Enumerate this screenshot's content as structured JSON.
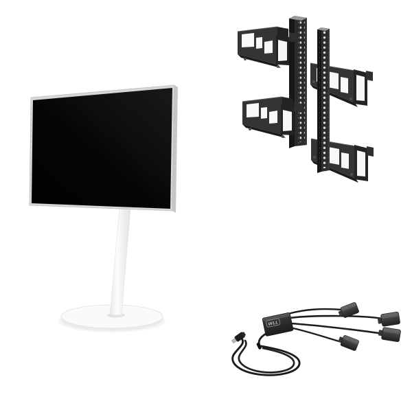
{
  "scene": {
    "type": "product-photo",
    "background_color": "#ffffff"
  },
  "parts": {
    "tv_stand": {
      "label": "tv-on-floor-stand",
      "screen_color": "#060606",
      "bezel_color": "#d7d7d7",
      "side_edge_color": "#c6c6c6",
      "pole_color": "#f6f6f6",
      "base_color": "#fafafa"
    },
    "mount_kit": {
      "label": "wall-mount-rails-with-bracket-arms",
      "rail_count": 2,
      "bracket_arm_count": 4,
      "metal_color": "#303030",
      "flange_color": "#1b1b1b",
      "hole_color": "#e3e3e3",
      "cutout_color": "#f8f8f8"
    },
    "cable_harness": {
      "label": "multi-connector-cable-harness",
      "adapter_label": "WLL",
      "connector_count": 4,
      "cable_color": "#1d1d1d",
      "adapter_color": "#2e2e2e",
      "connector_color": "#4a4a4a",
      "plug_tip_color": "#b5b5b5"
    }
  }
}
